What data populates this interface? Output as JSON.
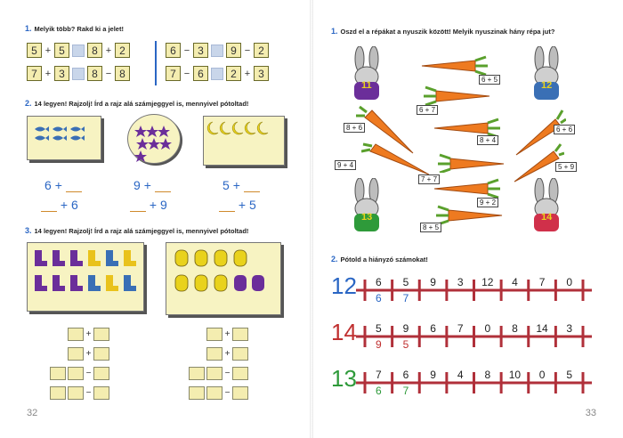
{
  "left": {
    "page_number": "32",
    "task1": {
      "num": "1.",
      "text": "Melyik több? Rakd ki a jelet!",
      "rows": [
        [
          [
            "5",
            "+",
            "5"
          ],
          [
            "8",
            "+",
            "2"
          ],
          [
            "6",
            "−",
            "3"
          ],
          [
            "9",
            "−",
            "2"
          ]
        ],
        [
          [
            "7",
            "+",
            "3"
          ],
          [
            "8",
            "−",
            "8"
          ],
          [
            "7",
            "−",
            "6"
          ],
          [
            "2",
            "+",
            "3"
          ]
        ]
      ]
    },
    "task2": {
      "num": "2.",
      "text": "14 legyen! Rajzolj! Írd a rajz alá számjeggyel is, mennyivel pótoltad!",
      "eq_top": [
        {
          "a": "6",
          "op": "+"
        },
        {
          "a": "9",
          "op": "+"
        },
        {
          "a": "5",
          "op": "+"
        }
      ],
      "eq_bottom": [
        {
          "op": "+",
          "b": "6"
        },
        {
          "op": "+",
          "b": "9"
        },
        {
          "op": "+",
          "b": "5"
        }
      ]
    },
    "task3": {
      "num": "3.",
      "text": "14 legyen! Rajzolj! Írd a rajz alá számjeggyel is, mennyivel pótoltad!",
      "ops": [
        "+",
        "+",
        "−",
        "−"
      ]
    }
  },
  "right": {
    "page_number": "33",
    "task1": {
      "num": "1.",
      "text": "Oszd el a répákat a nyuszik között! Melyik nyuszinak hány répa jut?",
      "rabbits": [
        "11",
        "12",
        "13",
        "14"
      ],
      "tags": [
        "6 + 5",
        "6 + 7",
        "8 + 6",
        "8 + 4",
        "6 + 6",
        "9 + 4",
        "5 + 9",
        "7 + 7",
        "9 + 2",
        "8 + 5"
      ]
    },
    "task2": {
      "num": "2.",
      "text": "Pótold a hiányzó számokat!",
      "lines": [
        {
          "target": "12",
          "color": "#2a66c4",
          "values": [
            "6",
            "5",
            "9",
            "3",
            "12",
            "4",
            "7",
            "0"
          ],
          "solved": [
            "6",
            "7"
          ],
          "solved_color": "#2a66c4"
        },
        {
          "target": "14",
          "color": "#c03030",
          "values": [
            "5",
            "9",
            "6",
            "7",
            "0",
            "8",
            "14",
            "3"
          ],
          "solved": [
            "9",
            "5"
          ],
          "solved_color": "#c03030"
        },
        {
          "target": "13",
          "color": "#2e9a3a",
          "values": [
            "7",
            "6",
            "9",
            "4",
            "8",
            "10",
            "0",
            "5"
          ],
          "solved": [
            "6",
            "7"
          ],
          "solved_color": "#2e9a3a"
        }
      ]
    }
  }
}
